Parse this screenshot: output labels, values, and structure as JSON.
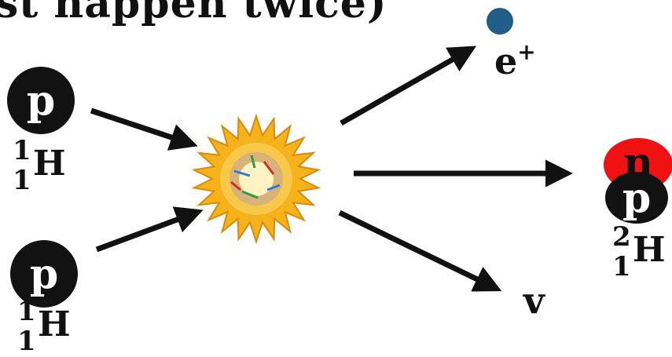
{
  "title": "st happen twice)",
  "reactant_1": {
    "particle_label": "p",
    "mass": "1",
    "atomic": "1",
    "symbol": "H"
  },
  "reactant_2": {
    "particle_label": "p",
    "mass": "1",
    "atomic": "1",
    "symbol": "H"
  },
  "products": {
    "positron": {
      "label": "e",
      "charge": "+"
    },
    "neutrino": {
      "label": "v"
    },
    "deuterium": {
      "neutron_label": "n",
      "proton_label": "p",
      "mass": "2",
      "atomic": "1",
      "symbol": "H"
    }
  },
  "colors": {
    "proton": "#121212",
    "neutron": "#f01212",
    "positron": "#1f5f87",
    "collision_outer": "#f5b21a",
    "collision_inner": "#fff3c4"
  },
  "icons": {
    "collision": "starburst-icon"
  }
}
